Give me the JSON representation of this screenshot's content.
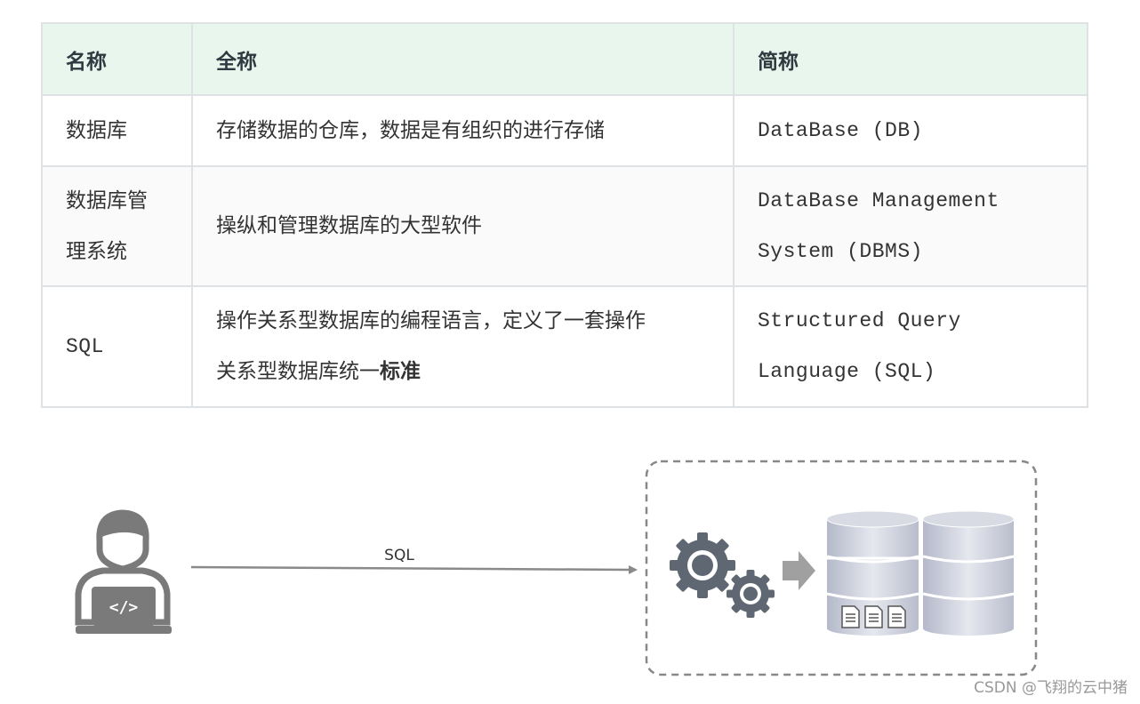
{
  "table": {
    "headers": [
      "名称",
      "全称",
      "简称"
    ],
    "rows": [
      {
        "name": "数据库",
        "full": "存储数据的仓库，数据是有组织的进行存储",
        "short": "DataBase (DB)"
      },
      {
        "name_line1": "数据库管",
        "name_line2": "理系统",
        "full": "操纵和管理数据库的大型软件",
        "short_line1": "DataBase Management",
        "short_line2": "System (DBMS)"
      },
      {
        "name": "SQL",
        "full_line1": "操作关系型数据库的编程语言，定义了一套操作",
        "full_line2_plain": "关系型数据库统一",
        "full_line2_bold": "标准",
        "short_line1": "Structured Query",
        "short_line2": "Language (SQL)"
      }
    ]
  },
  "diagram": {
    "arrow_label": "SQL",
    "laptop_symbol": "</>",
    "icons": [
      "developer-icon",
      "gear-icon",
      "arrow-right-icon",
      "database-icon",
      "document-icon"
    ]
  },
  "watermark": "CSDN @飞翔的云中猪"
}
